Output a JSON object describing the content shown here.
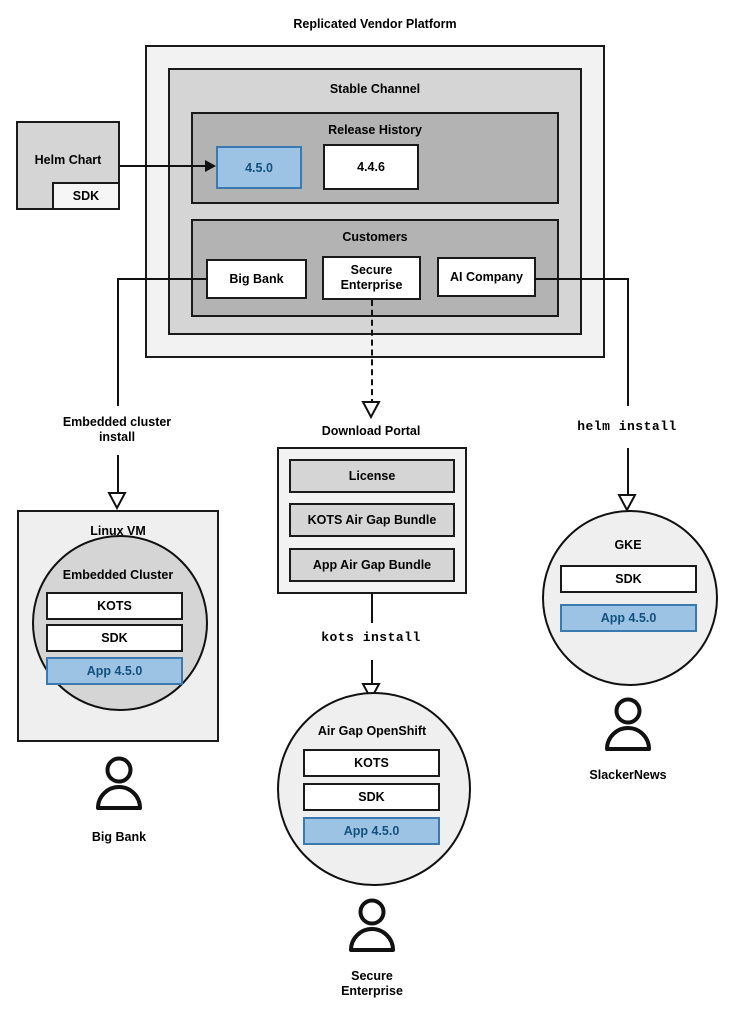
{
  "diagram": {
    "title": "Replicated Vendor Platform",
    "platform": {
      "channel_label": "Stable Channel",
      "release_history": {
        "label": "Release History",
        "releases": [
          {
            "version": "4.5.0",
            "highlighted": true
          },
          {
            "version": "4.4.6",
            "highlighted": false
          }
        ]
      },
      "customers": {
        "label": "Customers",
        "items": [
          {
            "name": "Big Bank"
          },
          {
            "name": "Secure\nEnterprise"
          },
          {
            "name": "AI Company"
          }
        ]
      }
    },
    "source": {
      "label": "Helm Chart",
      "component": "SDK"
    },
    "edges": {
      "embedded_cluster_install": "Embedded cluster\ninstall",
      "kots_install": "kots install",
      "helm_install": "helm install"
    },
    "download_portal": {
      "label": "Download Portal",
      "artifacts": [
        "License",
        "KOTS Air Gap Bundle",
        "App Air Gap Bundle"
      ]
    },
    "targets": [
      {
        "id": "linux-vm",
        "label": "Linux VM",
        "inner_label": "Embedded Cluster",
        "components": [
          {
            "name": "KOTS",
            "highlighted": false
          },
          {
            "name": "SDK",
            "highlighted": false
          },
          {
            "name": "App 4.5.0",
            "highlighted": true
          }
        ],
        "user": "Big Bank"
      },
      {
        "id": "air-gap-openshift",
        "label": "Air Gap OpenShift",
        "components": [
          {
            "name": "KOTS",
            "highlighted": false
          },
          {
            "name": "SDK",
            "highlighted": false
          },
          {
            "name": "App 4.5.0",
            "highlighted": true
          }
        ],
        "user": "Secure\nEnterprise"
      },
      {
        "id": "gke",
        "label": "GKE",
        "components": [
          {
            "name": "SDK",
            "highlighted": false
          },
          {
            "name": "App 4.5.0",
            "highlighted": true
          }
        ],
        "user": "SlackerNews"
      }
    ],
    "colors": {
      "highlight_fill": "#9cc3e4",
      "highlight_border": "#3b7ab0",
      "highlight_text": "#12507e",
      "level0_bg": "#f2f2f2",
      "level1_bg": "#d5d5d5",
      "level2_bg": "#b3b3b3",
      "stroke": "#111111"
    }
  }
}
